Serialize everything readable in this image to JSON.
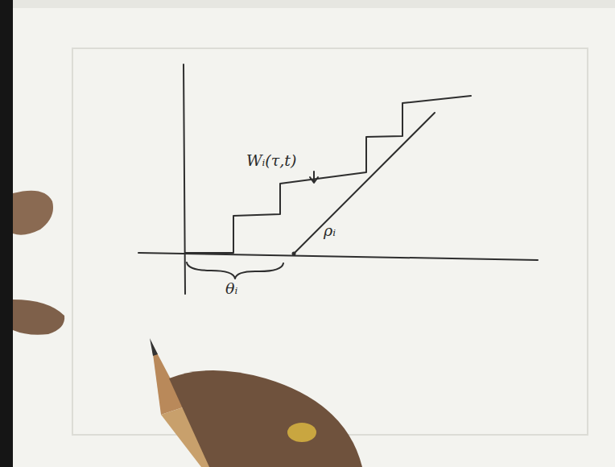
{
  "diagram": {
    "labels": [
      "Wᵢ(τ,t)",
      "ρᵢ",
      "θᵢ"
    ]
  }
}
